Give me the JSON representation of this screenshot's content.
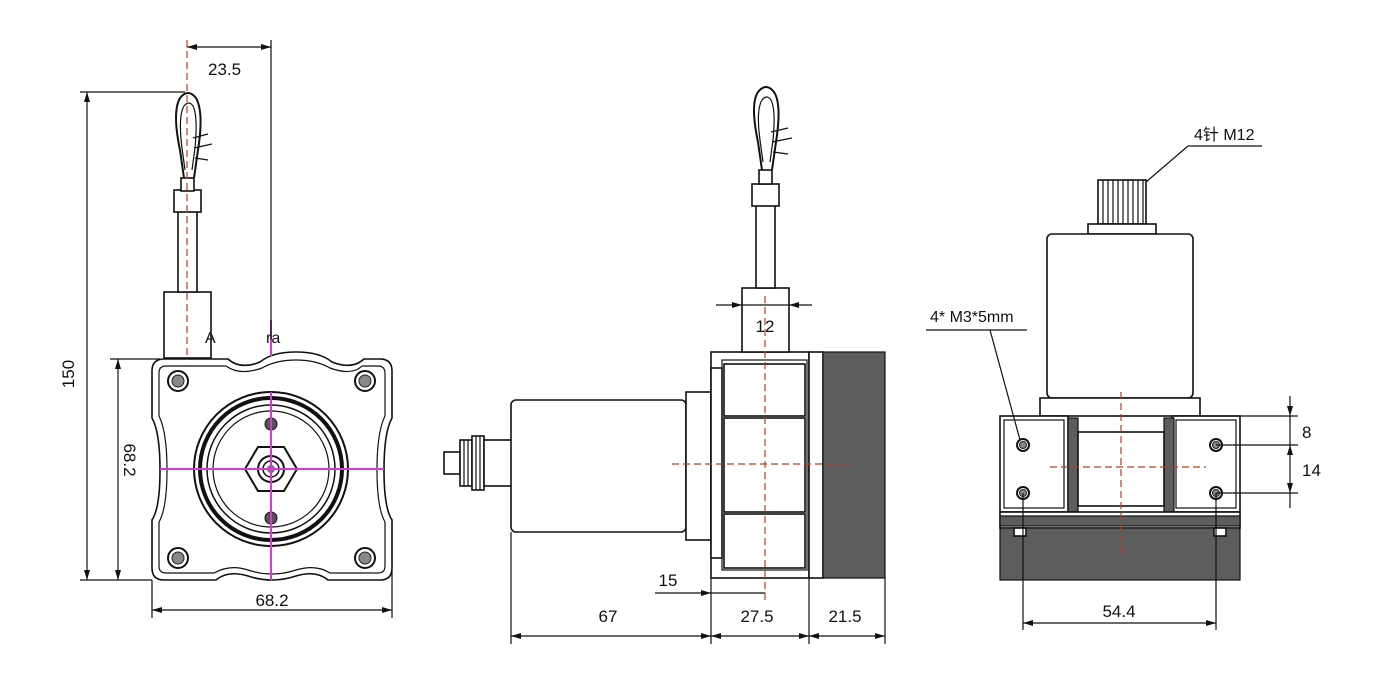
{
  "dimensions": {
    "top_offset": "23.5",
    "overall_length": "150",
    "front_height": "68.2",
    "front_width": "68.2",
    "pull_rod_dia": "12",
    "offset_15": "15",
    "housing_length": "67",
    "drum_width": "27.5",
    "cover_width": "21.5",
    "mount_spacing": "54.4",
    "hole_top": "8",
    "hole_pitch": "14"
  },
  "labels": {
    "connector": "4针 M12",
    "mount_screws": "4* M3*5mm",
    "stray_a": "A",
    "stray_ra": "ra"
  },
  "colors": {
    "centerline": "#b3411f",
    "axis_highlight": "#d43ad4",
    "cover_fill": "#5d5d5d"
  }
}
